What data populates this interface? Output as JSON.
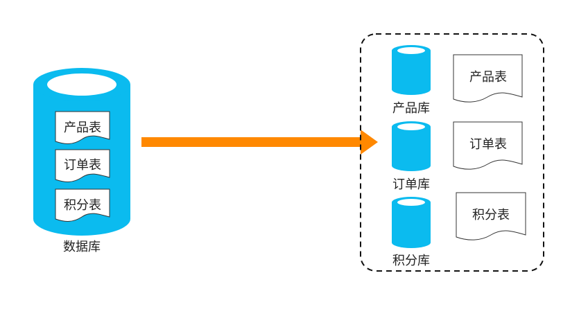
{
  "source_db": {
    "label": "数据库",
    "tables": [
      "产品表",
      "订单表",
      "积分表"
    ]
  },
  "target_dbs": [
    {
      "db_label": "产品库",
      "table_label": "产品表"
    },
    {
      "db_label": "订单库",
      "table_label": "订单表"
    },
    {
      "db_label": "积分库",
      "table_label": "积分表"
    }
  ],
  "colors": {
    "cylinder": "#0bbbef",
    "arrow": "#ff8800",
    "doc_stroke": "#333333",
    "group_border": "#111111"
  }
}
